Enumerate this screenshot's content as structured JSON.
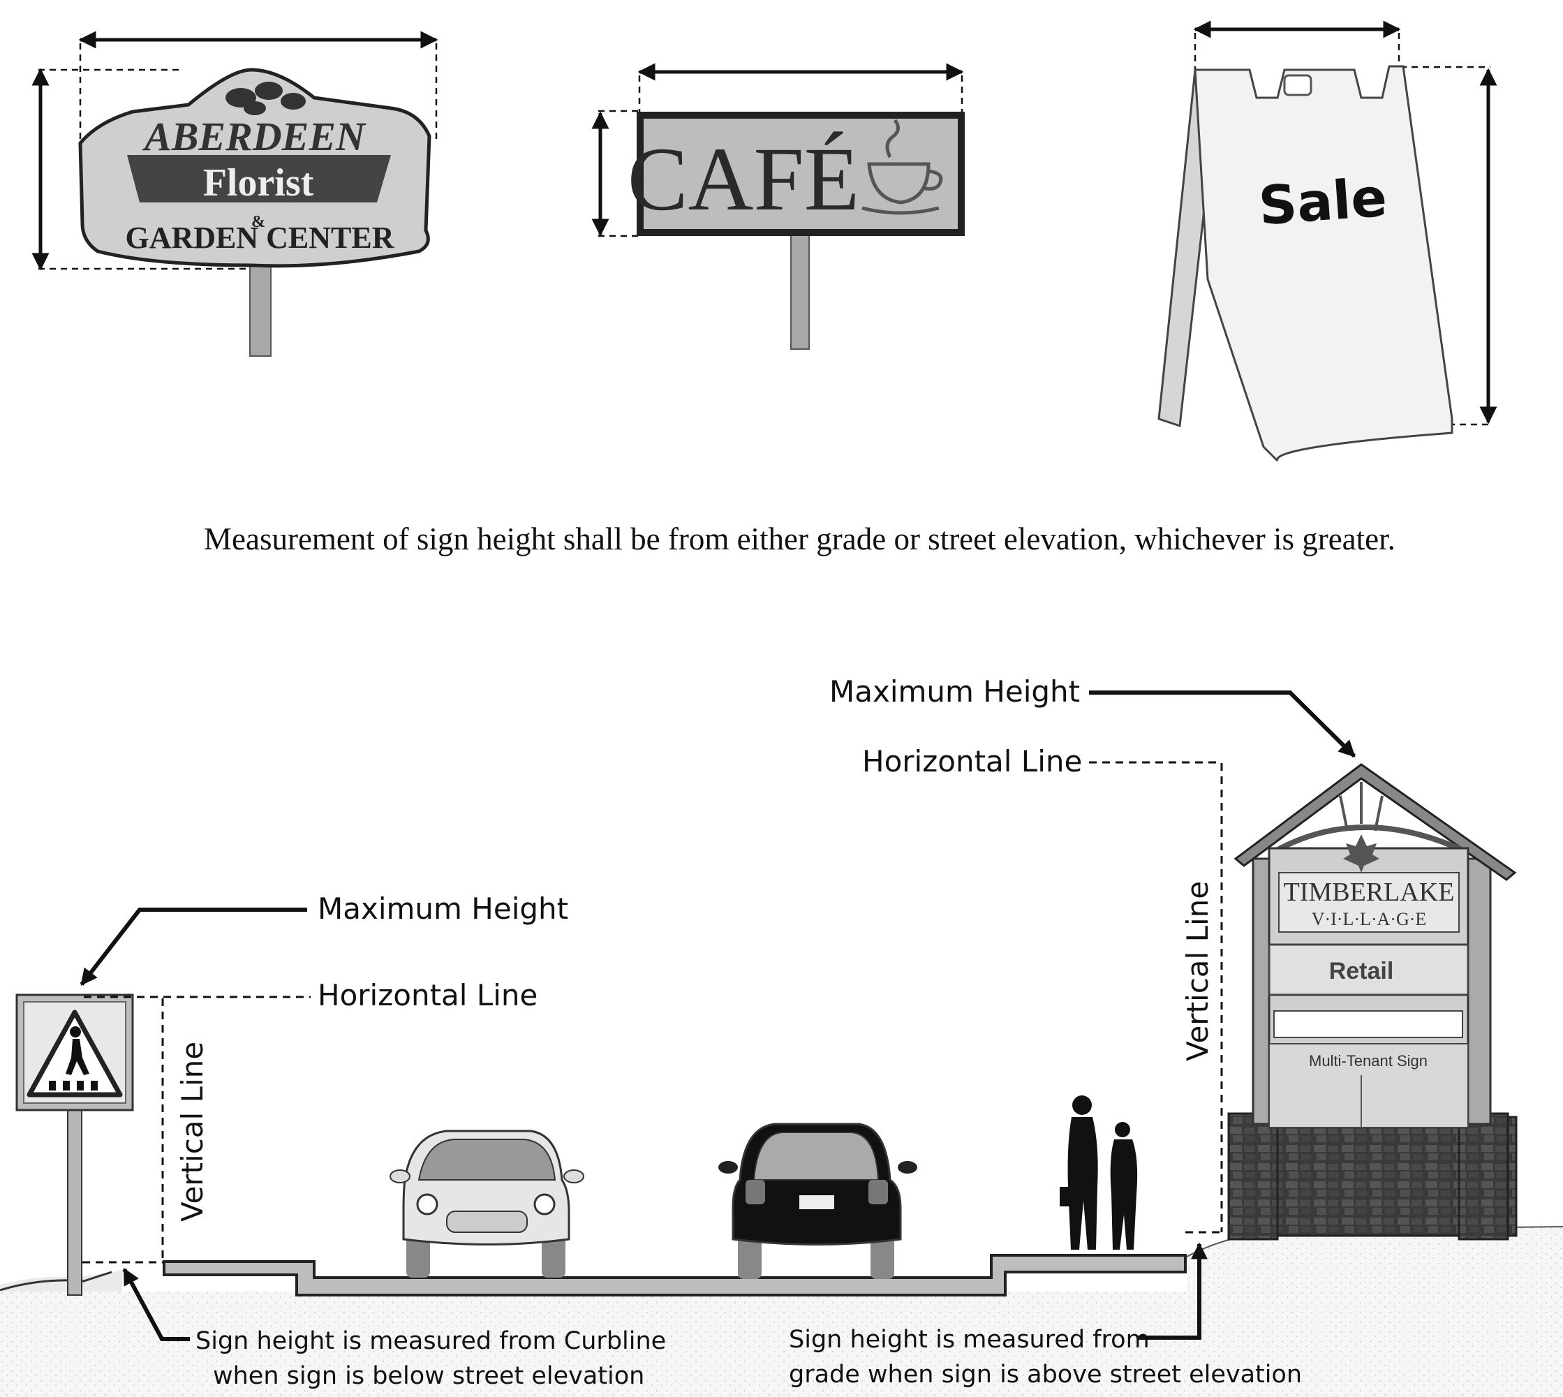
{
  "top_signs": {
    "florist": {
      "line1": "ABERDEEN",
      "line2": "Florist",
      "amp": "&",
      "line3": "GARDEN CENTER"
    },
    "cafe": {
      "text": "CAFÉ"
    },
    "aframe": {
      "text": "Sale"
    }
  },
  "caption": "Measurement of sign height shall be from either grade or street elevation, whichever is greater.",
  "diagram": {
    "left_max_height": "Maximum Height",
    "left_horizontal_line": "Horizontal Line",
    "left_vertical_line": "Vertical Line",
    "right_max_height": "Maximum Height",
    "right_horizontal_line": "Horizontal Line",
    "right_vertical_line": "Vertical Line",
    "note_curbline_1": "Sign height is measured from Curbline",
    "note_curbline_2": "when sign is below street elevation",
    "note_grade_1": "Sign height is measured from",
    "note_grade_2": "grade when sign is above street elevation",
    "monument": {
      "brand_line1": "TIMBERLAKE",
      "brand_line2": "V·I·L·L·A·G·E",
      "panel1": "Retail",
      "panel2": "Multi-Tenant Sign"
    }
  },
  "colors": {
    "ink": "#111111",
    "sign_gray": "#c9c9c9",
    "ground": "#f3f3f3",
    "stone": "#3b3b3b"
  }
}
